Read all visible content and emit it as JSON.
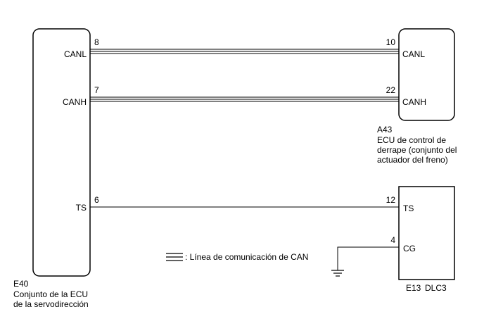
{
  "left_ecu": {
    "code": "E40",
    "name_line1": "Conjunto de la ECU",
    "name_line2": "de la servodirección",
    "pins": {
      "canl": {
        "label": "CANL",
        "number": "8"
      },
      "canh": {
        "label": "CANH",
        "number": "7"
      },
      "ts": {
        "label": "TS",
        "number": "6"
      }
    }
  },
  "skid_ecu": {
    "code": "A43",
    "name_line1": "ECU de control de",
    "name_line2": "derrape (conjunto del",
    "name_line3": "actuador del freno)",
    "pins": {
      "canl": {
        "label": "CANL",
        "number": "10"
      },
      "canh": {
        "label": "CANH",
        "number": "22"
      }
    }
  },
  "dlc": {
    "code": "E13",
    "name": "DLC3",
    "pins": {
      "ts": {
        "label": "TS",
        "number": "12"
      },
      "cg": {
        "label": "CG",
        "number": "4"
      }
    }
  },
  "legend": {
    "text": ": Línea de comunicación de CAN"
  }
}
